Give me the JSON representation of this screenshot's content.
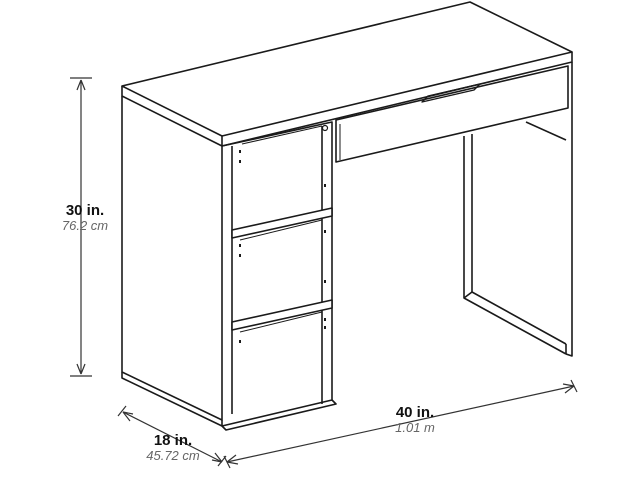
{
  "dimensions": {
    "height": {
      "imperial": "30 in.",
      "metric": "76.2 cm"
    },
    "depth": {
      "imperial": "18 in.",
      "metric": "45.72 cm"
    },
    "width": {
      "imperial": "40 in.",
      "metric": "1.01 m"
    }
  },
  "colors": {
    "line": "#1a1a1a",
    "dim_line": "#333333",
    "metric_text": "#666666"
  }
}
